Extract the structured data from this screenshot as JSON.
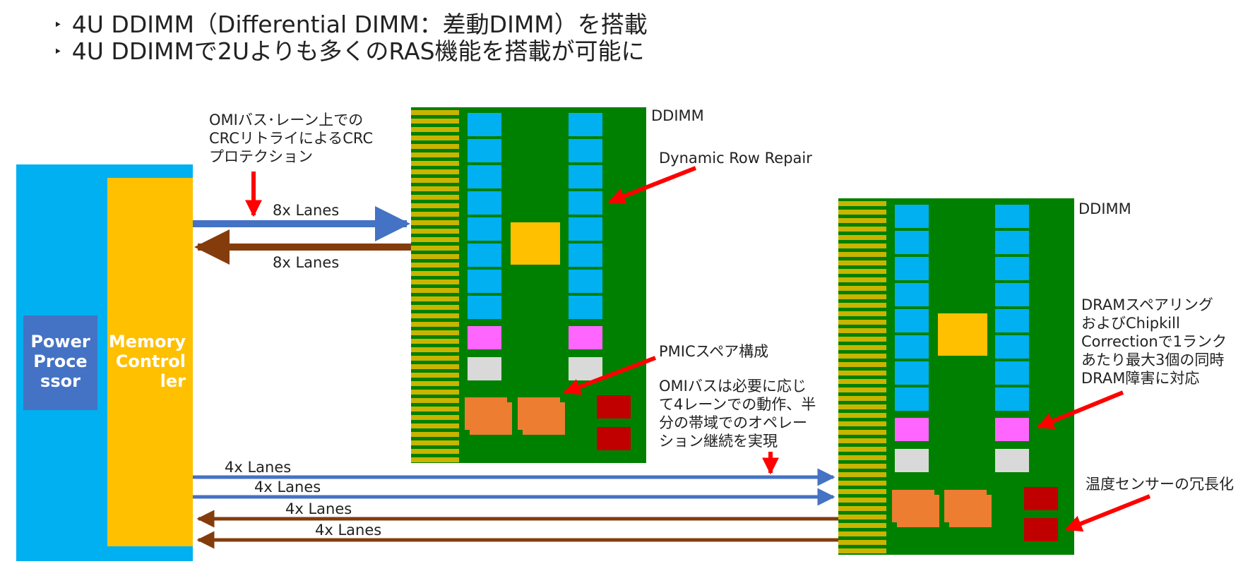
{
  "bullets": [
    "4U DDIMM（Differential DIMM：差動DIMM）を搭載",
    "4U DDIMMで2Uよりも多くのRAS機能を搭載が可能に"
  ],
  "bullet_marker": "‣",
  "cpu": {
    "power_processor_label": "Power\nProce\nssor",
    "memory_controller_label": "Memory\nControl\nler"
  },
  "dimm_top_label": "DDIMM",
  "dimm_bottom_label": "DDIMM",
  "lanes": {
    "top_out": "8x Lanes",
    "top_in": "8x Lanes",
    "bottom_1": "4x Lanes",
    "bottom_2": "4x Lanes",
    "bottom_3": "4x Lanes",
    "bottom_4": "4x Lanes"
  },
  "annotations": {
    "crc": "OMIバス･レーン上での\nCRCリトライによるCRC\nプロテクション",
    "row_repair": "Dynamic Row Repair",
    "pmic": "PMICスペア構成",
    "omi_bus": "OMIバスは必要に応じ\nて4レーンでの動作、半\n分の帯域でのオペレー\nション継続を実現",
    "dram_sparing": "DRAMスペアリング\nおよびChipkill\nCorrectionで1ランク\nあたり最大3個の同時\nDRAM障害に対応",
    "temp_sensor": "温度センサーの冗長化"
  },
  "colors": {
    "cpu_blue": "#00b0f0",
    "power_box": "#4472c4",
    "memory_controller": "#ffc000",
    "dimm_green": "#008000",
    "gold_fingers": "#c9b400",
    "dram_chip": "#00b0f0",
    "buffer_chip": "#ffc000",
    "pmic_pink": "#ff66ff",
    "spare_gray": "#d9d9d9",
    "pmic_orange": "#ed7d31",
    "sensor_red": "#c00000",
    "arrow_blue": "#4472c4",
    "arrow_brown": "#843c0c",
    "callout_red": "#ff0000"
  }
}
